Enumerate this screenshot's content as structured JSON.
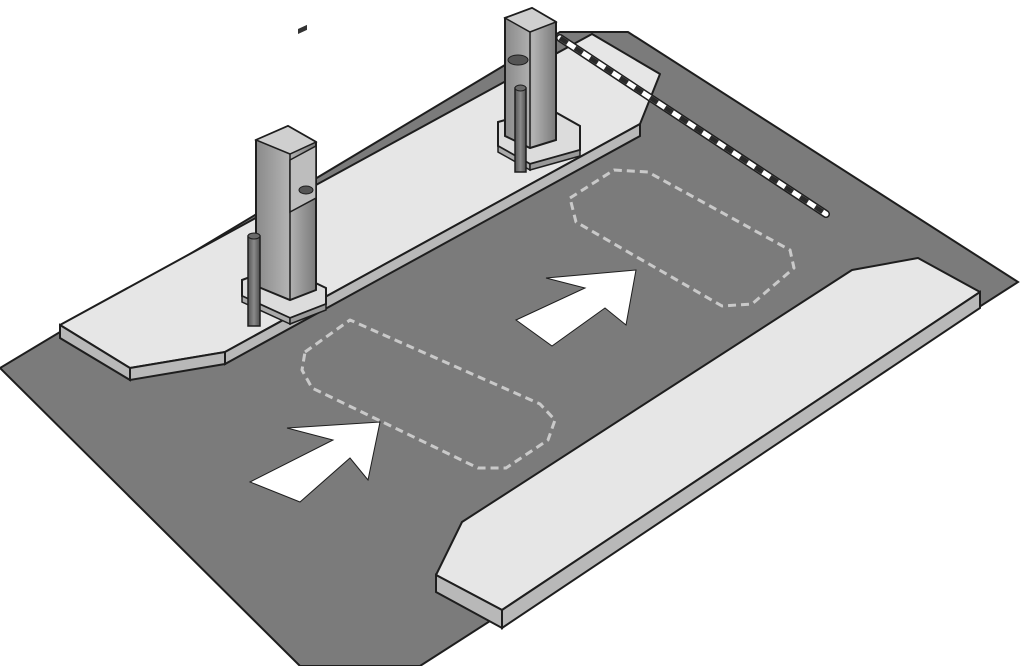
{
  "scene": {
    "title": "",
    "colors": {
      "background": "#ffffff",
      "asphalt": "#7b7b7b",
      "island": "#e6e6e6",
      "island_side": "#b8b8b8",
      "outline": "#1e1e1e",
      "dashed_markings": "#c9c9c9",
      "arrow": "#ffffff",
      "post": "#9a9a9a",
      "post_dark": "#6f6f6f",
      "bollard": "#6a6a6a",
      "barrier_stripe_light": "#ffffff",
      "barrier_stripe_dark": "#2a2a2a"
    },
    "elements": [
      "asphalt-lane",
      "upper-island",
      "lower-island",
      "ticket-machine-front",
      "ticket-machine-rear",
      "bollard",
      "barrier-arm",
      "detection-loop-front",
      "detection-loop-rear",
      "direction-arrow-front",
      "direction-arrow-rear"
    ]
  }
}
